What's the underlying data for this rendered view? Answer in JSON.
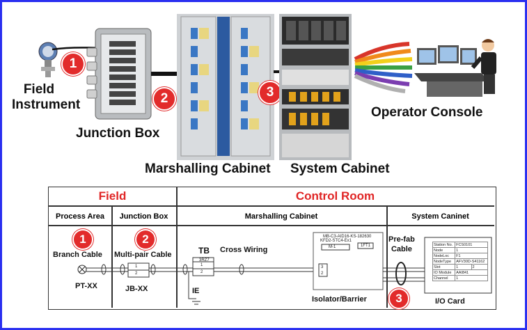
{
  "top": {
    "field_instrument": "Field\nInstrument",
    "junction_box": "Junction Box",
    "marshalling_cabinet": "Marshalling Cabinet",
    "system_cabinet": "System Cabinet",
    "operator_console": "Operator Console",
    "badges": [
      "1",
      "2",
      "3"
    ]
  },
  "table": {
    "field": "Field",
    "control_room": "Control Room",
    "col_process_area": "Process Area",
    "col_junction_box": "Junction Box",
    "col_marshalling": "Marshalling Cabinet",
    "col_system": "System Caninet",
    "branch_cable": "Branch Cable",
    "multi_pair_cable": "Multi-pair Cable",
    "tb": "TB",
    "cross_wiring": "Cross Wiring",
    "prefab_cable": "Pre-fab\nCable",
    "pt_xx": "PT-XX",
    "jb_xx": "JB-XX",
    "ie": "IE",
    "isolator": "Isolator/Barrier",
    "io_card": "I/O Card",
    "badges": [
      "1",
      "2",
      "3"
    ],
    "tb_tag": "3RZ7",
    "iso_title": "MB-C3-AID16-KS-182630",
    "iso_tag1": "KFD2-STC4-Ex1",
    "iso_tag2": "M-1",
    "iso_tag3": "1FT1",
    "term_1": "1",
    "term_2": "2",
    "term_3": "3",
    "io_rows": [
      [
        "Station No.",
        "FCS0101"
      ],
      [
        "Node",
        "1"
      ],
      [
        "NodeLoc",
        "F1"
      ],
      [
        "NodeType",
        "AFV30D-S41162"
      ],
      [
        "Slot",
        "1",
        "2"
      ],
      [
        "IO Module",
        "AAI841"
      ],
      [
        "Channel",
        "1"
      ]
    ]
  }
}
